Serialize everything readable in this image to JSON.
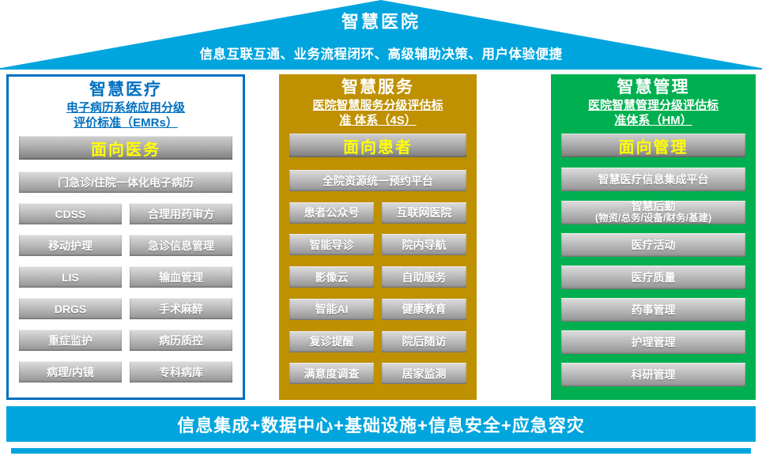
{
  "roof": {
    "title": "智慧医院",
    "subtitle": "信息互联互通、业务流程闭环、高级辅助决策、用户体验便捷"
  },
  "columns": [
    {
      "title": "智慧医疗",
      "subtitle_line1": "电子病历系统应用分级",
      "subtitle_line2": "评价标准（EMRs）",
      "header": "面向医务",
      "full_row": "门急诊/住院一体化电子病历",
      "pairs": [
        [
          "CDSS",
          "合理用药审方"
        ],
        [
          "移动护理",
          "急诊信息管理"
        ],
        [
          "LIS",
          "输血管理"
        ],
        [
          "DRGS",
          "手术麻醉"
        ],
        [
          "重症监护",
          "病历质控"
        ],
        [
          "病理/内镜",
          "专科病库"
        ]
      ]
    },
    {
      "title": "智慧服务",
      "subtitle_line1": "医院智慧服务分级评估标",
      "subtitle_line2": "准 体系（4S）",
      "header": "面向患者",
      "full_row": "全院资源统一预约平台",
      "pairs": [
        [
          "患者公众号",
          "互联网医院"
        ],
        [
          "智能导诊",
          "院内导航"
        ],
        [
          "影像云",
          "自助服务"
        ],
        [
          "智能AI",
          "健康教育"
        ],
        [
          "复诊提醒",
          "院后随访"
        ],
        [
          "满意度调查",
          "居家监测"
        ]
      ]
    },
    {
      "title": "智慧管理",
      "subtitle_line1": "医院智慧管理分级评估标",
      "subtitle_line2": "准体系（HM）",
      "header": "面向管理",
      "full_row": "智慧医疗信息集成平台",
      "logistics_line1": "智慧后勤",
      "logistics_line2": "(物资/总务/设备/财务/基建)",
      "rows": [
        "医疗活动",
        "医疗质量",
        "药事管理",
        "护理管理",
        "科研管理"
      ]
    }
  ],
  "foundation": {
    "text": "信息集成+数据中心+基础设施+信息安全+应急容灾"
  },
  "colors": {
    "roof_cyan": "#00A5DE",
    "pillar_blue_border": "#0070C0",
    "pillar_gold": "#BF9000",
    "pillar_green": "#00B050",
    "header_text_yellow": "#FFFF00",
    "box_gray_gradient_top": "#DEDEDE",
    "box_gray_gradient_bottom": "#929292"
  }
}
